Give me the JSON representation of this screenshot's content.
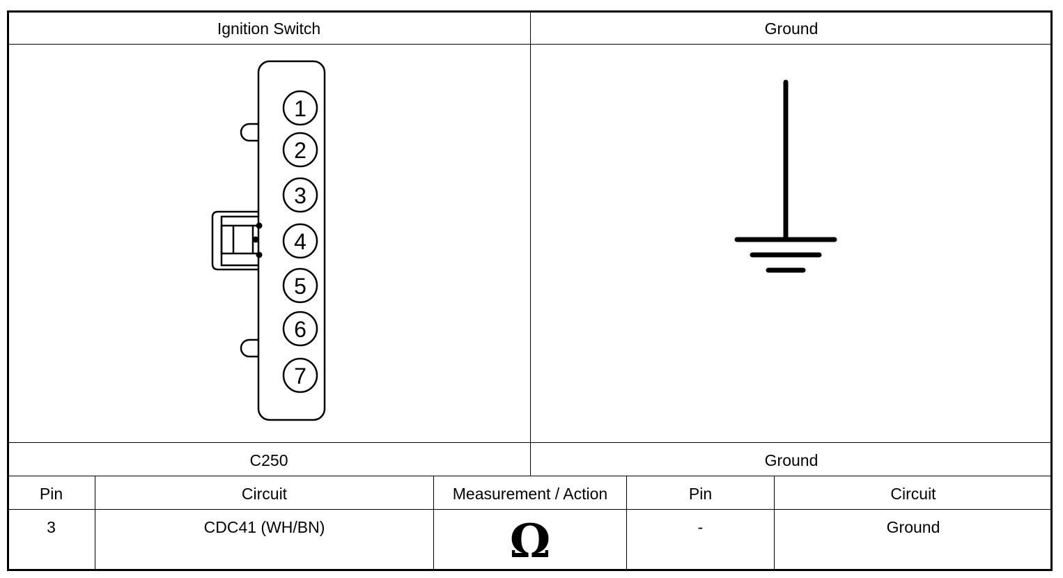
{
  "header": {
    "left_title": "Ignition Switch",
    "right_title": "Ground"
  },
  "connector": {
    "name": "C250",
    "pins": [
      "1",
      "2",
      "3",
      "4",
      "5",
      "6",
      "7"
    ]
  },
  "ground_label": "Ground",
  "table": {
    "columns": [
      "Pin",
      "Circuit",
      "Measurement / Action",
      "Pin",
      "Circuit"
    ],
    "row": {
      "pin_a": "3",
      "circuit_a": "CDC41 (WH/BN)",
      "measurement_icon": "ohm-symbol",
      "measurement_symbol": "Ω",
      "pin_b": "-",
      "circuit_b": "Ground"
    }
  }
}
